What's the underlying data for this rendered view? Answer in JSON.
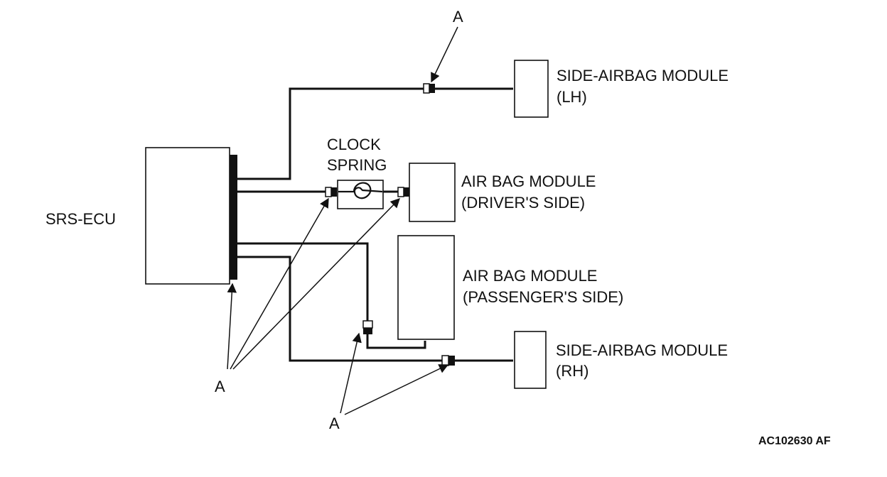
{
  "diagram": {
    "ecu_label": "SRS-ECU",
    "clock_spring_line1": "CLOCK",
    "clock_spring_line2": "SPRING",
    "side_lh_line1": "SIDE-AIRBAG MODULE",
    "side_lh_line2": "(LH)",
    "driver_line1": "AIR BAG MODULE",
    "driver_line2": "(DRIVER'S SIDE)",
    "passenger_line1": "AIR BAG MODULE",
    "passenger_line2": "(PASSENGER'S SIDE)",
    "side_rh_line1": "SIDE-AIRBAG MODULE",
    "side_rh_line2": "(RH)",
    "connector_label": "A",
    "figure_code": "AC102630 AF"
  }
}
